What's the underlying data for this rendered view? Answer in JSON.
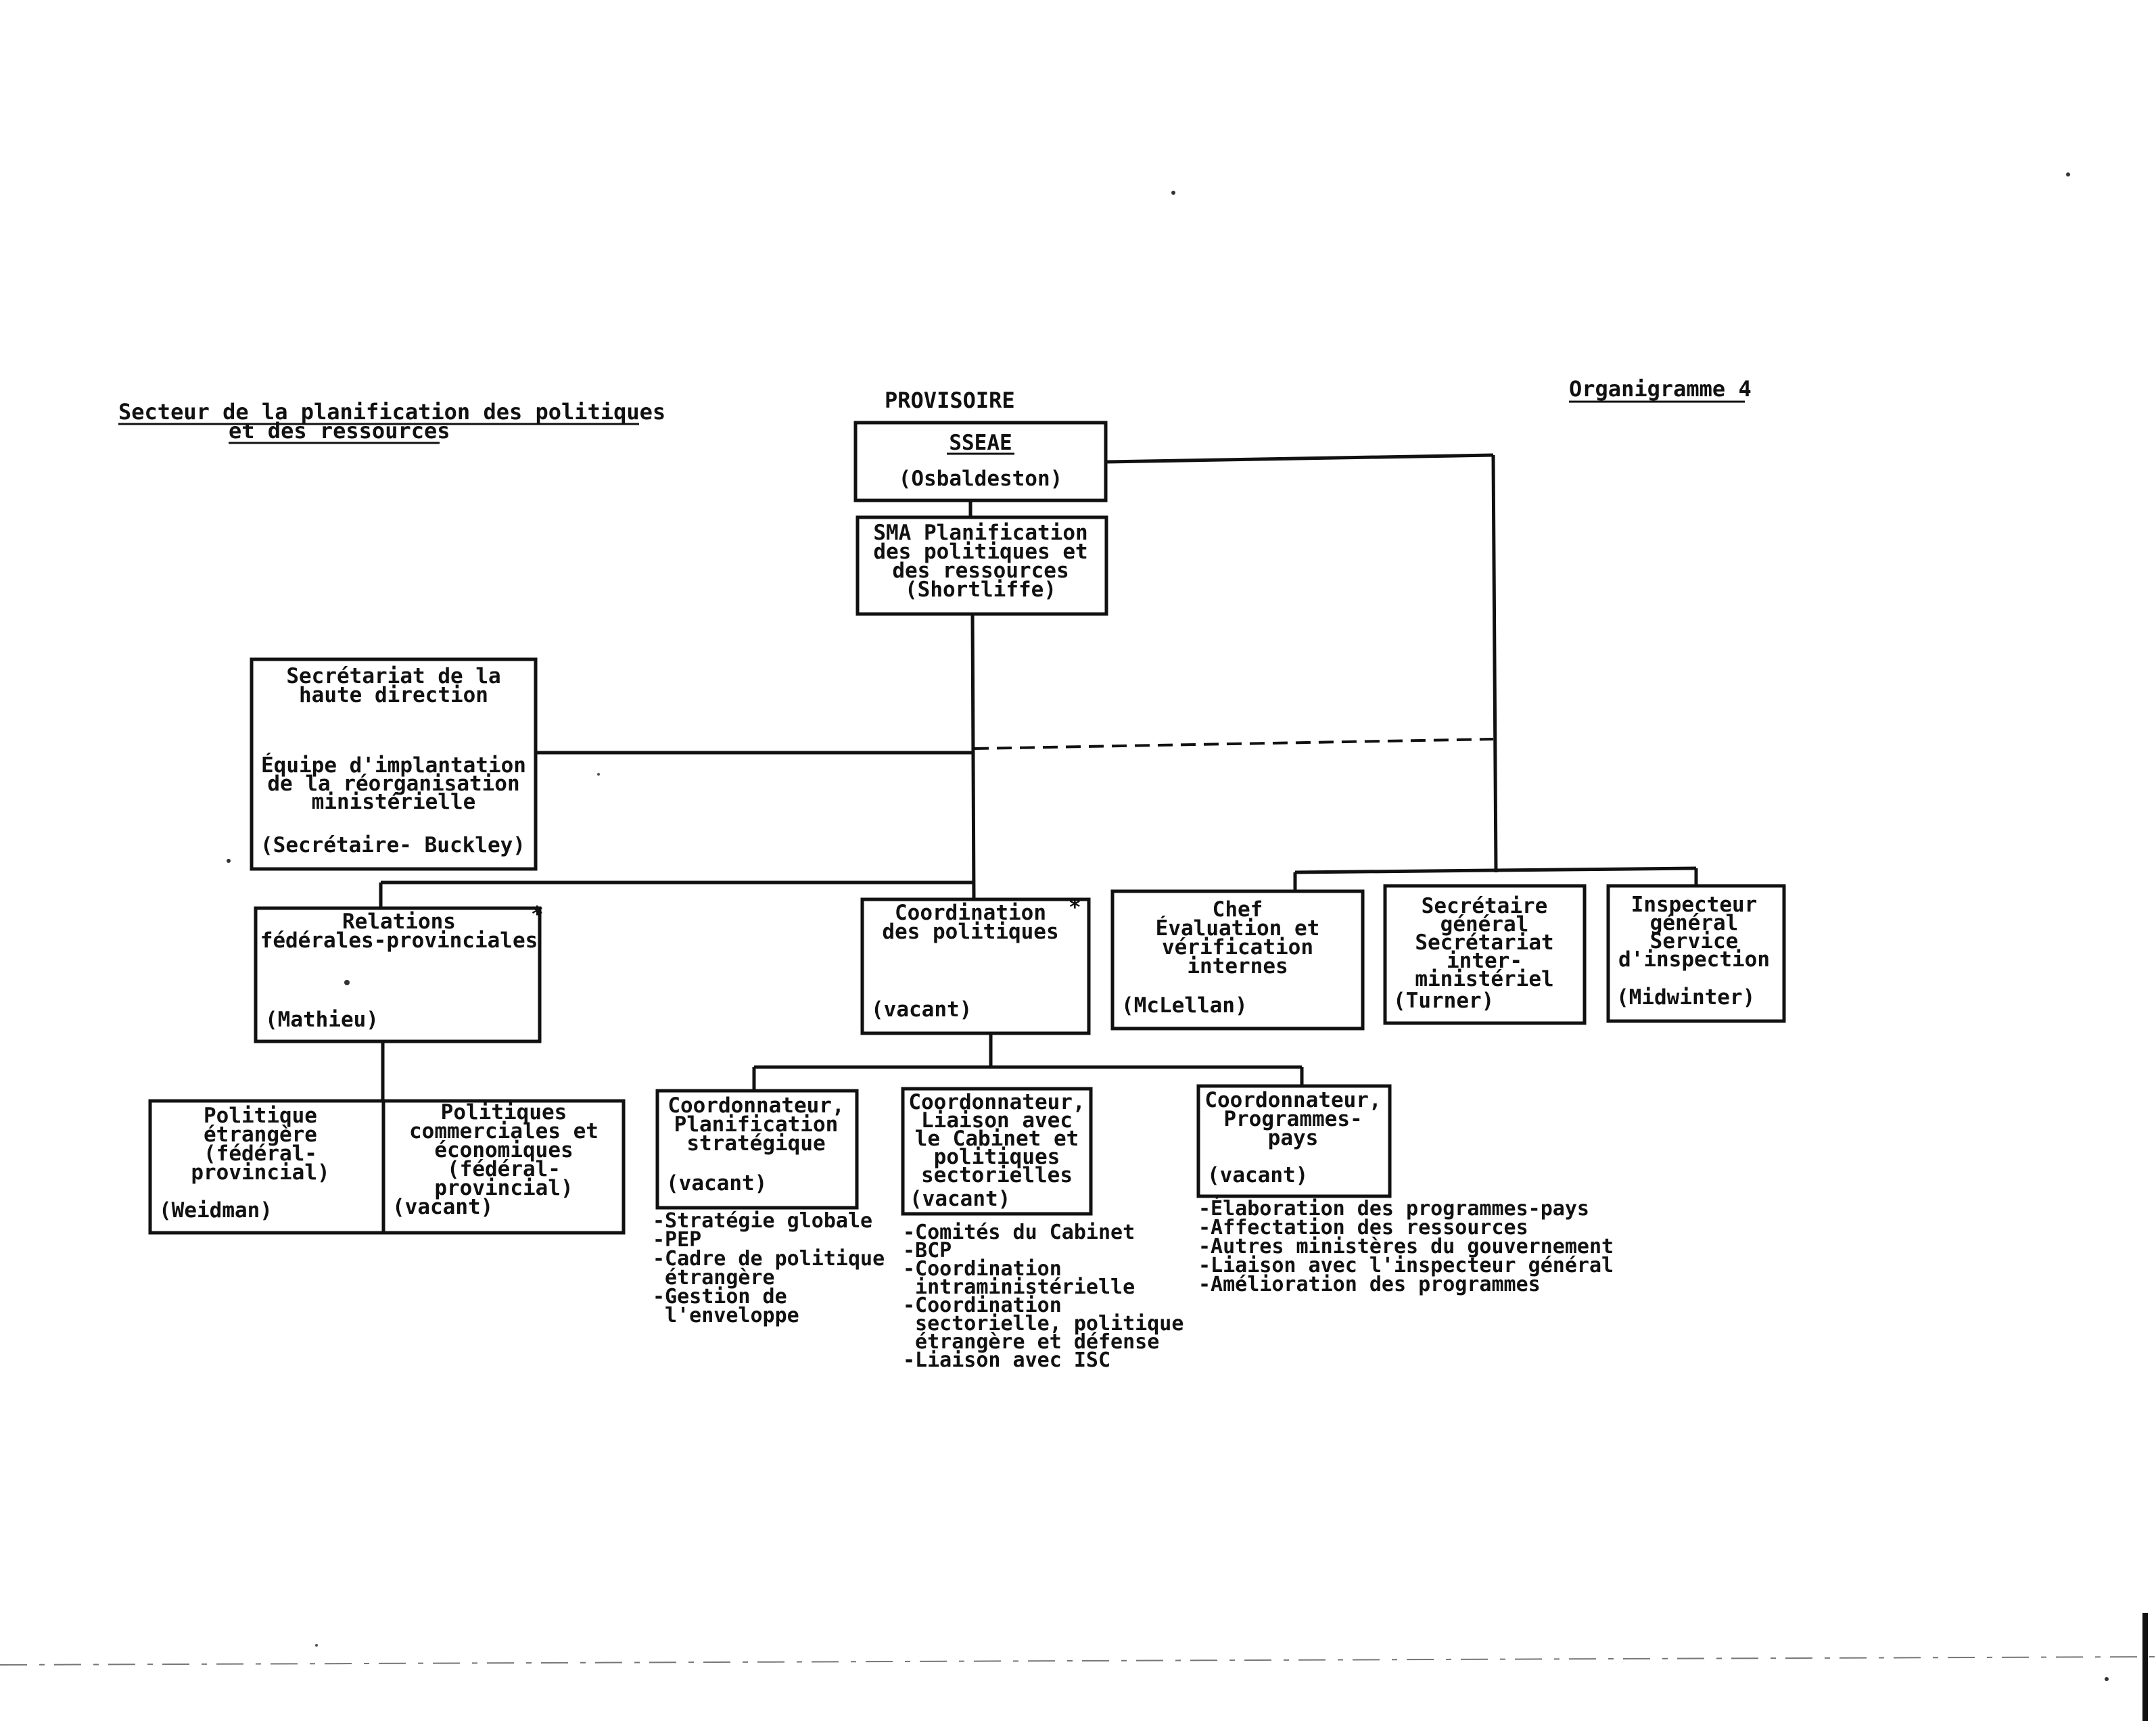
{
  "header": {
    "title_line1": "Secteur de la planification des politiques",
    "title_line2": "et des ressources",
    "status": "PROVISOIRE",
    "chart_ref": "Organigramme 4"
  },
  "boxes": {
    "sseae": {
      "title": "SSEAE",
      "person": "(Osbaldeston)"
    },
    "sma": {
      "lines": [
        "SMA Planification",
        "des politiques et",
        "des ressources",
        "(Shortliffe)"
      ]
    },
    "secretariat": {
      "top_lines": [
        "Secrétariat de la",
        "haute direction"
      ],
      "mid_lines": [
        "Équipe d'implantation",
        "de la réorganisation",
        "ministérielle"
      ],
      "person": "(Secrétaire- Buckley)"
    },
    "relations": {
      "lines": [
        "Relations",
        "fédérales-provinciales"
      ],
      "star": "*",
      "person": "(Mathieu)"
    },
    "coordination": {
      "lines": [
        "Coordination",
        "des politiques"
      ],
      "star": "*",
      "person": "(vacant)"
    },
    "chef": {
      "lines": [
        "Chef",
        "Évaluation et",
        "vérification",
        "internes"
      ],
      "person": "(McLellan)"
    },
    "secretaire_gen": {
      "lines": [
        "Secrétaire",
        "général",
        "Secrétariat",
        "inter-",
        "ministériel"
      ],
      "person": "(Turner)"
    },
    "inspecteur": {
      "lines": [
        "Inspecteur",
        "général",
        "Service",
        "d'inspection"
      ],
      "person": "(Midwinter)"
    },
    "pol_etrangere": {
      "lines": [
        "Politique",
        "étrangère",
        "(fédéral-",
        "provincial)"
      ],
      "person": "(Weidman)"
    },
    "pol_commerciales": {
      "lines": [
        "Politiques",
        "commerciales et",
        "économiques",
        "(fédéral-",
        "provincial)"
      ],
      "person": "(vacant)"
    },
    "coord_plan": {
      "lines": [
        "Coordonnateur,",
        "Planification",
        "stratégique"
      ],
      "person": "(vacant)"
    },
    "coord_liaison": {
      "lines": [
        "Coordonnateur,",
        "Liaison avec",
        "le Cabinet et",
        "politiques",
        "sectorielles"
      ],
      "person": "(vacant)"
    },
    "coord_prog": {
      "lines": [
        "Coordonnateur,",
        "Programmes-",
        "pays"
      ],
      "person": "(vacant)"
    }
  },
  "lists": {
    "plan": [
      "-Stratégie globale",
      "-PEP",
      "-Cadre de politique",
      " étrangère",
      "-Gestion de",
      " l'enveloppe"
    ],
    "liaison": [
      "-Comités du Cabinet",
      "-BCP",
      "-Coordination",
      " intraministérielle",
      "-Coordination",
      " sectorielle, politique",
      " étrangère et défense",
      "-Liaison avec ISC"
    ],
    "prog": [
      "-Élaboration des programmes-pays",
      "-Affectation des ressources",
      "-Autres ministères du gouvernement",
      "-Liaison avec l'inspecteur général",
      "-Amélioration des programmes"
    ]
  }
}
